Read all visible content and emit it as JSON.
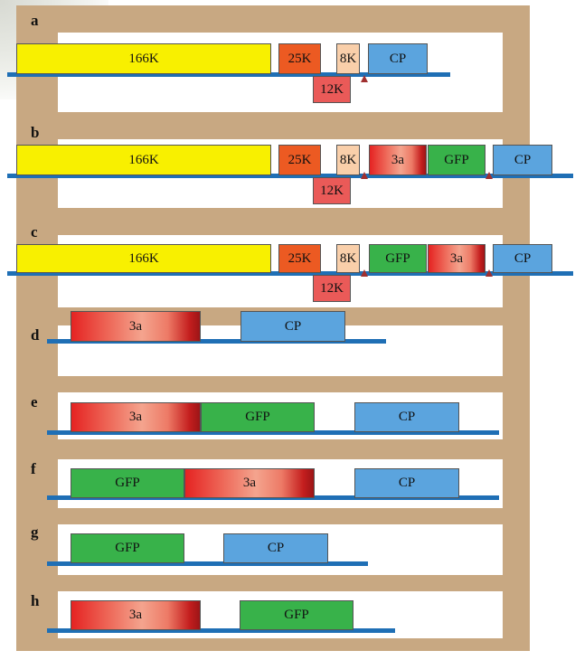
{
  "panels": [
    {
      "label": "a",
      "genes": {
        "p166": "166K",
        "p25": "25K",
        "p8": "8K",
        "cp": "CP",
        "p12": "12K"
      }
    },
    {
      "label": "b",
      "genes": {
        "p166": "166K",
        "p25": "25K",
        "p8": "8K",
        "p3a": "3a",
        "gfp": "GFP",
        "cp": "CP",
        "p12": "12K"
      }
    },
    {
      "label": "c",
      "genes": {
        "p166": "166K",
        "p25": "25K",
        "p8": "8K",
        "gfp": "GFP",
        "p3a": "3a",
        "cp": "CP",
        "p12": "12K"
      }
    },
    {
      "label": "d",
      "genes": {
        "p3a": "3a",
        "cp": "CP"
      }
    },
    {
      "label": "e",
      "genes": {
        "p3a": "3a",
        "gfp": "GFP",
        "cp": "CP"
      }
    },
    {
      "label": "f",
      "genes": {
        "gfp": "GFP",
        "p3a": "3a",
        "cp": "CP"
      }
    },
    {
      "label": "g",
      "genes": {
        "gfp": "GFP",
        "cp": "CP"
      }
    },
    {
      "label": "h",
      "genes": {
        "p3a": "3a",
        "gfp": "GFP"
      }
    }
  ],
  "colors": {
    "frame": "#c8a882",
    "genome_line": "#1f6fb5",
    "p166": "#f8f000",
    "p25": "#ec5a22",
    "p8": "#f9cfaa",
    "p12": "#ea5a58",
    "cp": "#5ba4de",
    "gfp": "#38b24a",
    "p3a": "#e52322",
    "promoter_marker": "#a03030"
  },
  "icons": [
    "subgenomic-promoter-triangle-icon"
  ]
}
